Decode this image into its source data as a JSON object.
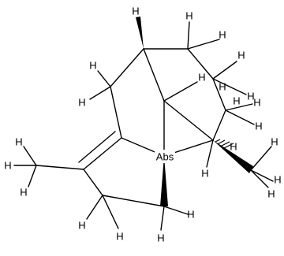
{
  "molecule": {
    "atom_symbol_hydrogen": "H",
    "stereo_flag": "Abs",
    "hydrogen_count_shown": 24
  }
}
